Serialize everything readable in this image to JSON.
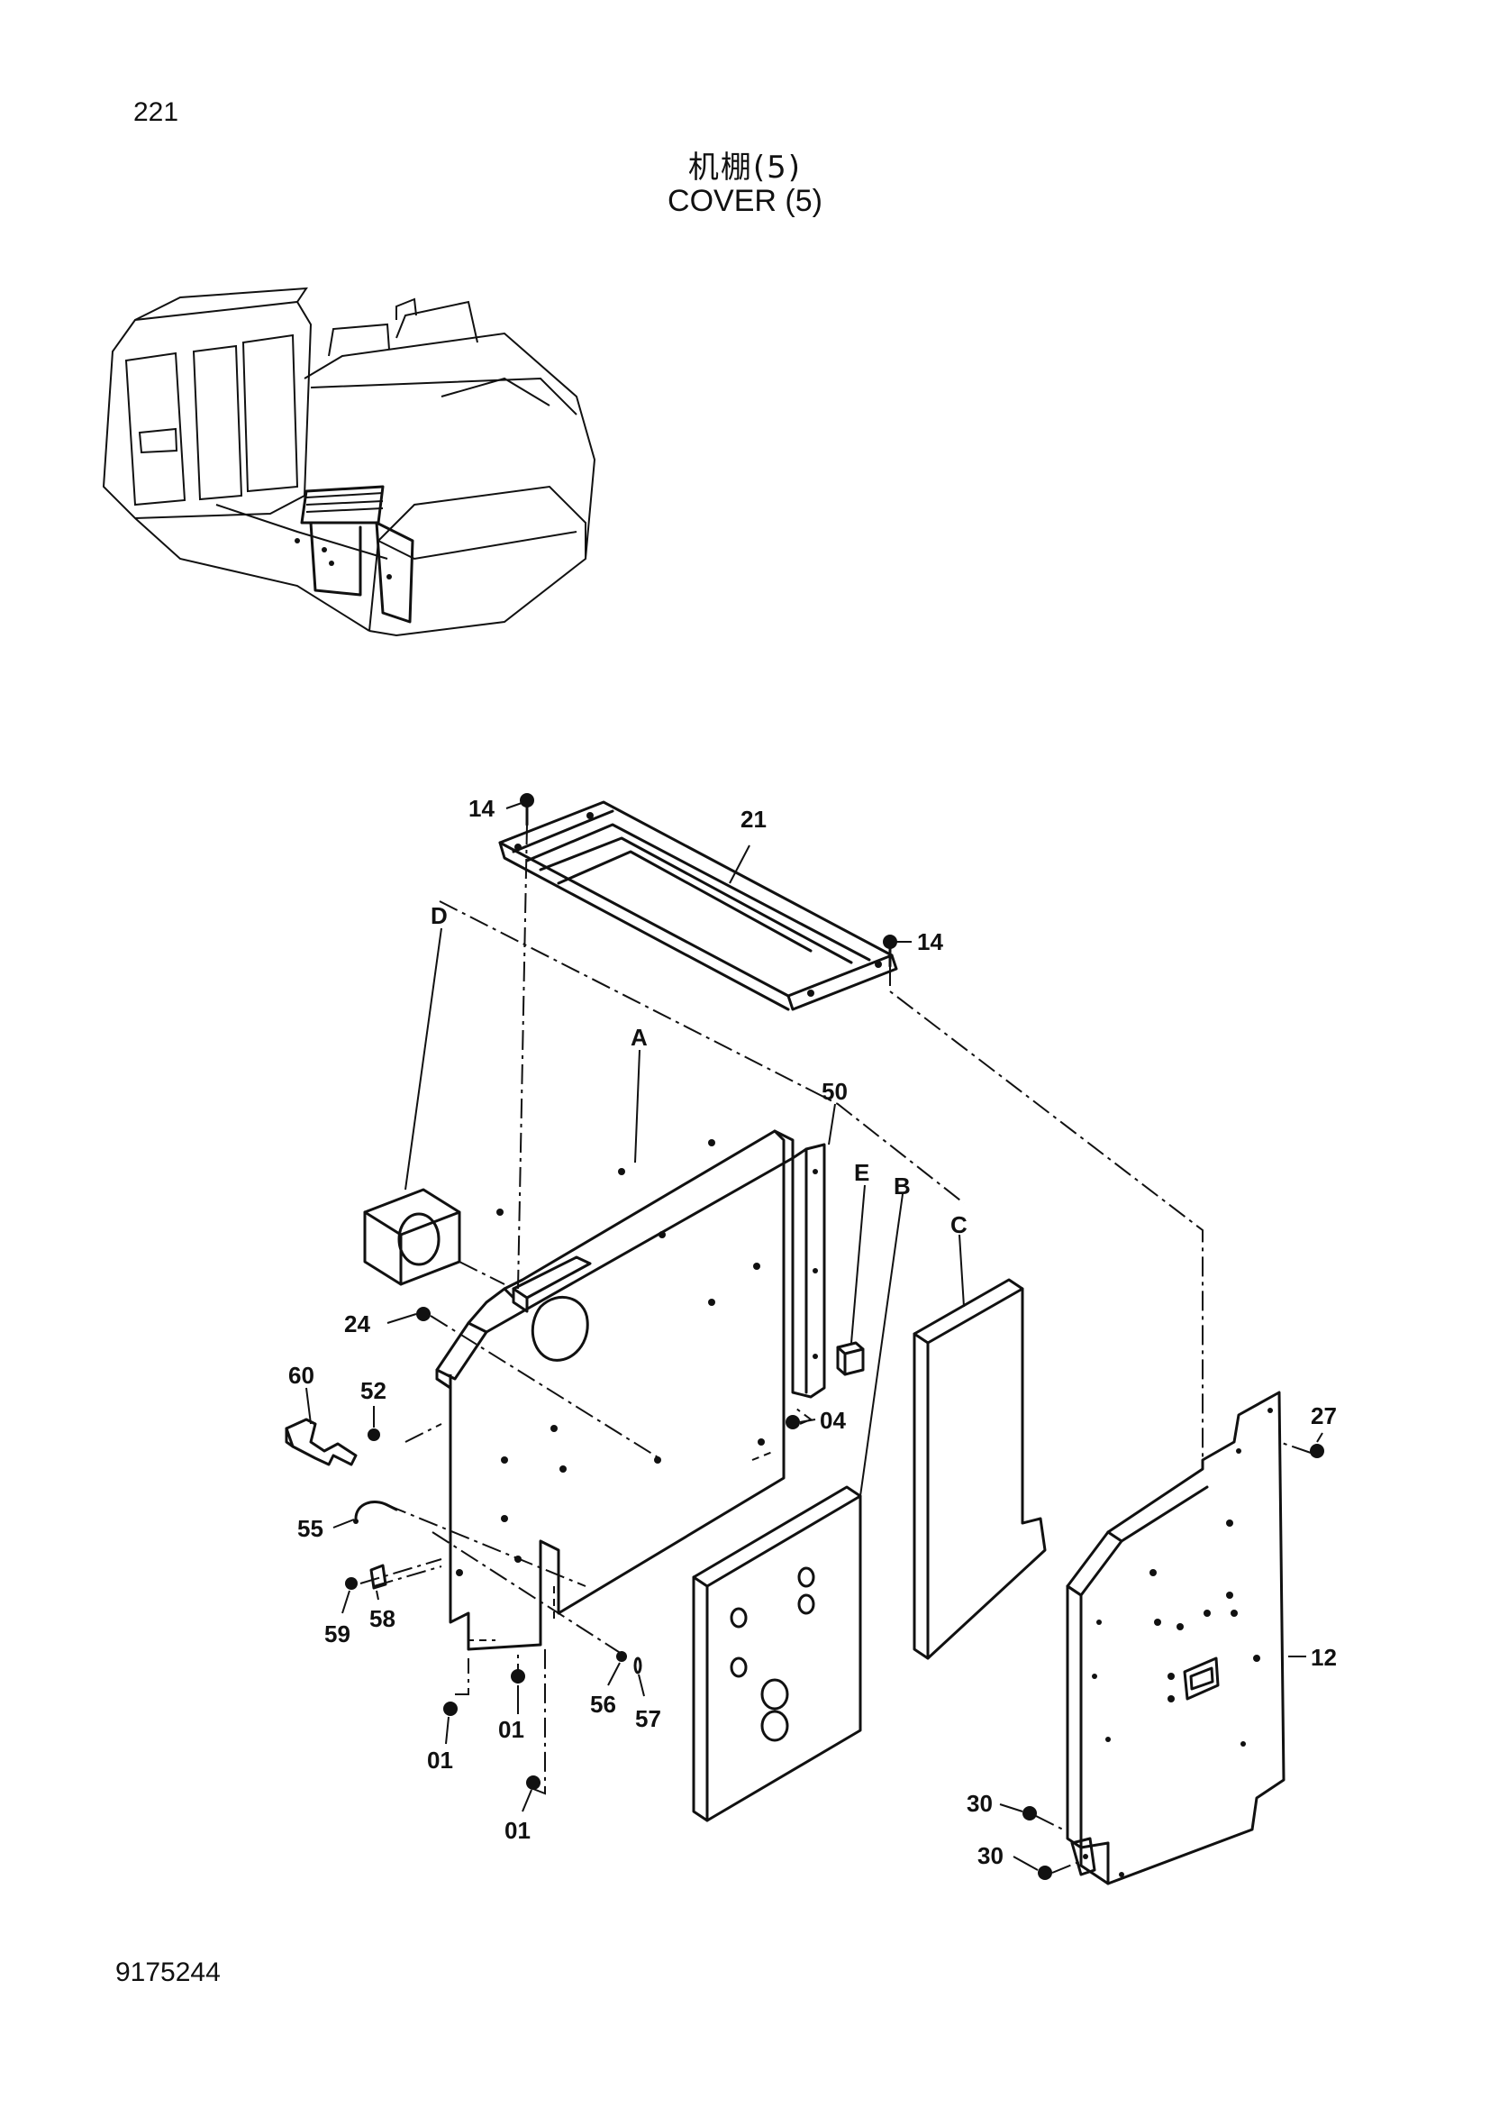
{
  "page_number": "221",
  "title_cn": "机棚(5)",
  "title_en": "COVER (5)",
  "drawing_code": "9175244",
  "callouts": {
    "c14a": "14",
    "c21": "21",
    "c14b": "14",
    "cD": "D",
    "cA": "A",
    "c50": "50",
    "cE": "E",
    "cB": "B",
    "cC": "C",
    "c24": "24",
    "c60": "60",
    "c52": "52",
    "c04": "04",
    "c27": "27",
    "c55": "55",
    "c59": "59",
    "c58": "58",
    "c12": "12",
    "c56": "56",
    "c57": "57",
    "c01a": "01",
    "c01b": "01",
    "c01c": "01",
    "c30a": "30",
    "c30b": "30"
  }
}
